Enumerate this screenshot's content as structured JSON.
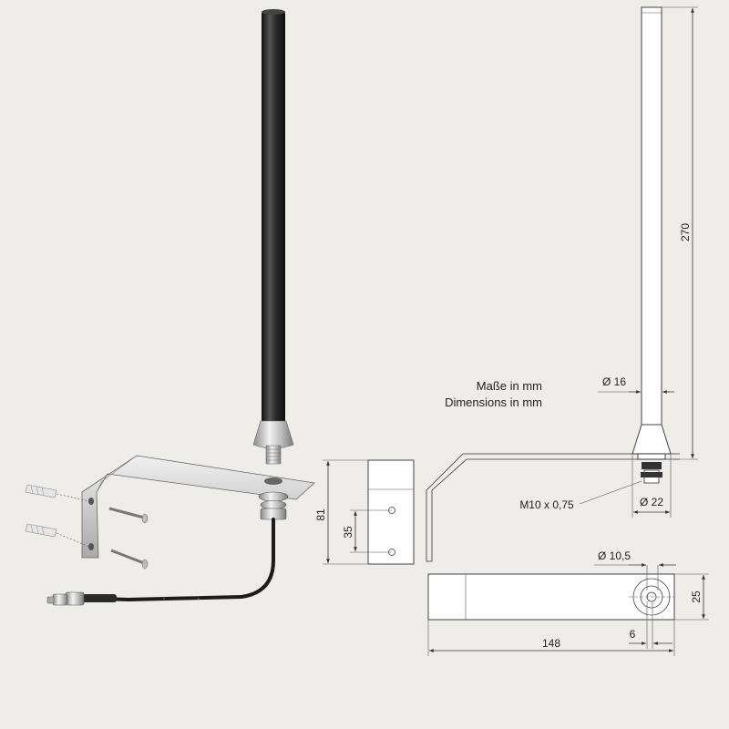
{
  "notes": {
    "units_de": "Maße in mm",
    "units_en": "Dimensions in mm"
  },
  "dimensions": {
    "height": "270",
    "rod_diameter": "Ø 16",
    "base_diameter": "Ø 22",
    "thread": "M10 x 0,75",
    "bracket_height": "81",
    "hole_spacing": "35",
    "hole_diameter": "Ø 10,5",
    "bracket_width": "25",
    "bracket_length": "148",
    "edge_offset": "6"
  },
  "colors": {
    "background": "#efedea",
    "rod": "#2a2a2a",
    "metal": "#c8c8c8",
    "cable": "#1a1a1a"
  }
}
